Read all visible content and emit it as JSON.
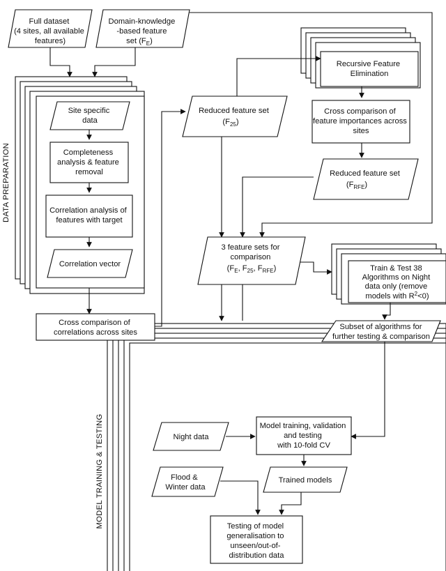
{
  "sections": {
    "data_preparation": "DATA PREPARATION",
    "model_training_testing": "MODEL TRAINING & TESTING"
  },
  "nodes": {
    "full_dataset": [
      "Full dataset",
      "(4 sites, all available",
      "features)"
    ],
    "domain_knowledge": [
      "Domain-knowledge",
      "-based feature",
      "set (F"
    ],
    "domain_knowledge_sub": "E",
    "site_specific_data": [
      "Site specific",
      "data"
    ],
    "completeness": [
      "Completeness",
      "analysis & feature",
      "removal"
    ],
    "correlation_analysis": [
      "Correlation analysis of",
      "features with target"
    ],
    "correlation_vector": "Correlation vector",
    "cross_comparison_correlations": [
      "Cross comparison of",
      "correlations across sites"
    ],
    "reduced_f25": [
      "Reduced feature set",
      "(F"
    ],
    "reduced_f25_sub": "25",
    "rfe": [
      "Recursive Feature",
      "Elimination"
    ],
    "cross_comparison_importances": [
      "Cross comparison of",
      "feature importances across",
      "sites"
    ],
    "reduced_frfe": [
      "Reduced feature set",
      "(F"
    ],
    "reduced_frfe_sub": "RFE",
    "three_sets": [
      "3 feature sets for",
      "comparison"
    ],
    "three_sets_formula": {
      "open": "(F",
      "s1": "E",
      "sep1": ", F",
      "s2": "25",
      "sep2": ", F",
      "s3": "RFE",
      "close": ")"
    },
    "train_test": [
      "Train & Test 38",
      "Algorithms on Night",
      "data only (remove",
      "models with R"
    ],
    "train_test_sup": "2",
    "train_test_tail": "<0)",
    "subset": [
      "Subset of algorithms for",
      "further testing & comparison"
    ],
    "night_data": "Night data",
    "model_training": [
      "Model training, validation",
      "and testing",
      "with 10-fold CV"
    ],
    "trained_models": "Trained models",
    "flood_winter": [
      "Flood &",
      "Winter data"
    ],
    "generalisation": [
      "Testing of model",
      "generalisation to",
      "unseen/out-of-",
      "distribution data"
    ]
  }
}
